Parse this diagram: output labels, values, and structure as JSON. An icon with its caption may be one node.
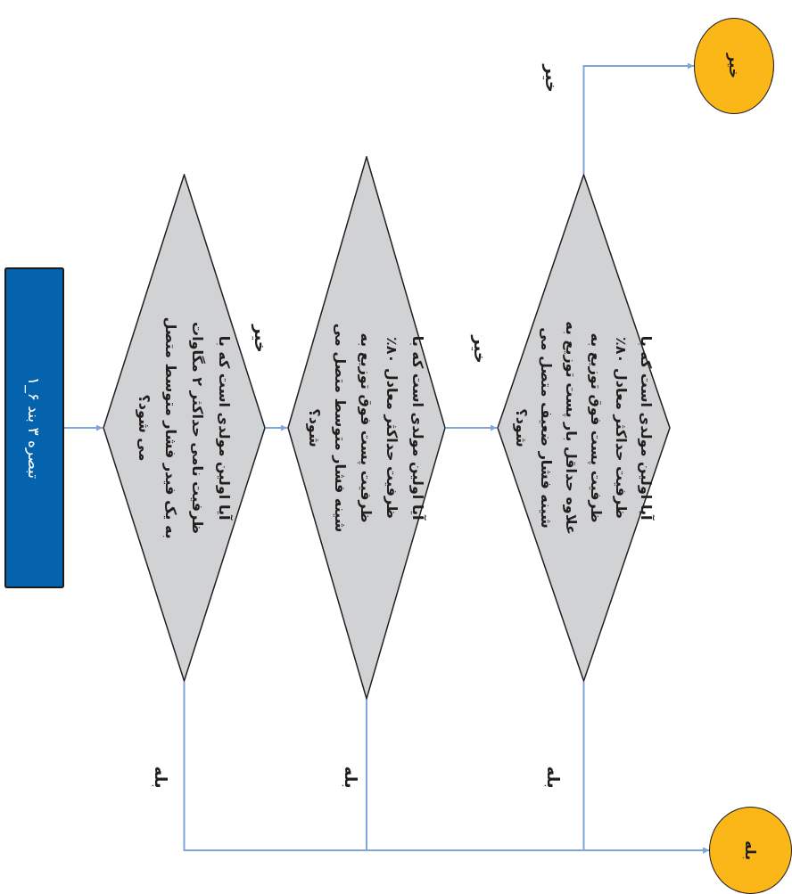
{
  "diagram": {
    "nodes": [
      {
        "text": [
          "تبصره ۳ بند ۶_۱"
        ]
      },
      {
        "text": [
          "آیا اولین مولدی است که با ظرفیت نامی حداکثر ۲ مگاوات به یک فیدر فشار متوسط متصل می شود؟"
        ]
      },
      {
        "text": [
          "آیا اولین مولدی است که با ظرفیت حداکثر معادل ۸۰٪ ظرفیت پست فوق توزیع به شینه فشار متوسط متصل می شود؟"
        ]
      },
      {
        "text": [
          "آیا اولین مولدی است که با ظرفیت حداکثر معادل ۸۰٪ ظرفیت پست فوق توزیع به علاوه حداقل بار پست توزیع به شینه فشار ضعیف متصل می شود؟"
        ]
      },
      {
        "text": [
          "بله"
        ]
      },
      {
        "text": [
          "خیر"
        ]
      }
    ],
    "edges": [
      {
        "from": 0,
        "to": 1,
        "arrow": "to"
      },
      {
        "from": 1,
        "to": 2,
        "arrow": "to",
        "label": "خیر"
      },
      {
        "from": 2,
        "to": 3,
        "arrow": "to",
        "label": "خیر"
      },
      {
        "from": 3,
        "to": 5,
        "arrow": "to",
        "label": "خیر"
      },
      {
        "from": 1,
        "to": 4,
        "arrow": "to",
        "label": "بله"
      },
      {
        "from": 2,
        "to": 4,
        "arrow": "to",
        "label": "بله"
      },
      {
        "from": 3,
        "to": 4,
        "arrow": "to",
        "label": "بله"
      }
    ]
  }
}
